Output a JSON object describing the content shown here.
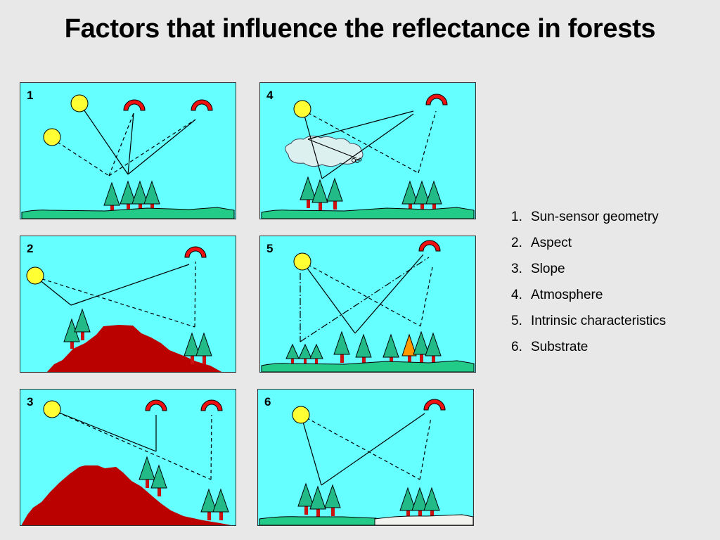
{
  "title": "Factors that influence the reflectance in forests",
  "panels": [
    {
      "label": "1"
    },
    {
      "label": "2"
    },
    {
      "label": "3"
    },
    {
      "label": "4"
    },
    {
      "label": "5"
    },
    {
      "label": "6"
    }
  ],
  "factors": [
    {
      "number": "1.",
      "text": "Sun-sensor geometry"
    },
    {
      "number": "2.",
      "text": "Aspect"
    },
    {
      "number": "3.",
      "text": "Slope"
    },
    {
      "number": "4.",
      "text": "Atmosphere"
    },
    {
      "number": "5.",
      "text": "Intrinsic characteristics"
    },
    {
      "number": "6.",
      "text": "Substrate"
    }
  ],
  "colors": {
    "sky": "#66ffff",
    "sun": "#ffff33",
    "sensor": "#ee1111",
    "tree_crown": "#22bb88",
    "trunk": "#cc1111",
    "ground": "#22cc88",
    "hill": "#bb0000",
    "cloud": "#ddf0f0",
    "highlight_tree": "#ff9900",
    "substrate": "#f2f2ee"
  }
}
